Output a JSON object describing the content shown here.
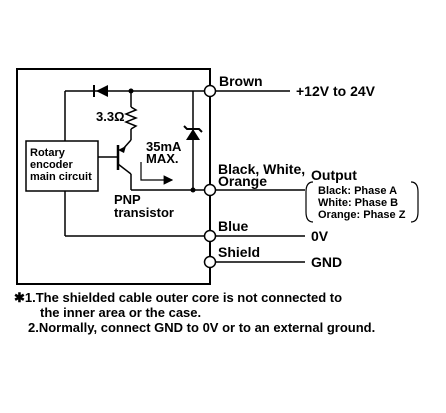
{
  "terminals": {
    "brown": {
      "label": "Brown",
      "signal": "+12V to 24V"
    },
    "output": {
      "label_line1": "Black, White,",
      "label_line2": "Orange",
      "signal": "Output"
    },
    "blue": {
      "label": "Blue",
      "signal": "0V"
    },
    "shield": {
      "label": "Shield",
      "signal": "GND"
    }
  },
  "phases": [
    "Black: Phase A",
    "White: Phase B",
    "Orange: Phase Z"
  ],
  "circuit": {
    "resistor": "3.3Ω",
    "encoder_lines": [
      "Rotary",
      "encoder",
      "main circuit"
    ],
    "current_line1": "35mA",
    "current_line2": "MAX.",
    "transistor_line1": "PNP",
    "transistor_line2": "transistor"
  },
  "notes": {
    "line1": "✱1.The shielded cable outer core is not connected to",
    "line2": "the inner area or the case.",
    "line3": "2.Normally, connect GND to 0V or to an external ground."
  }
}
